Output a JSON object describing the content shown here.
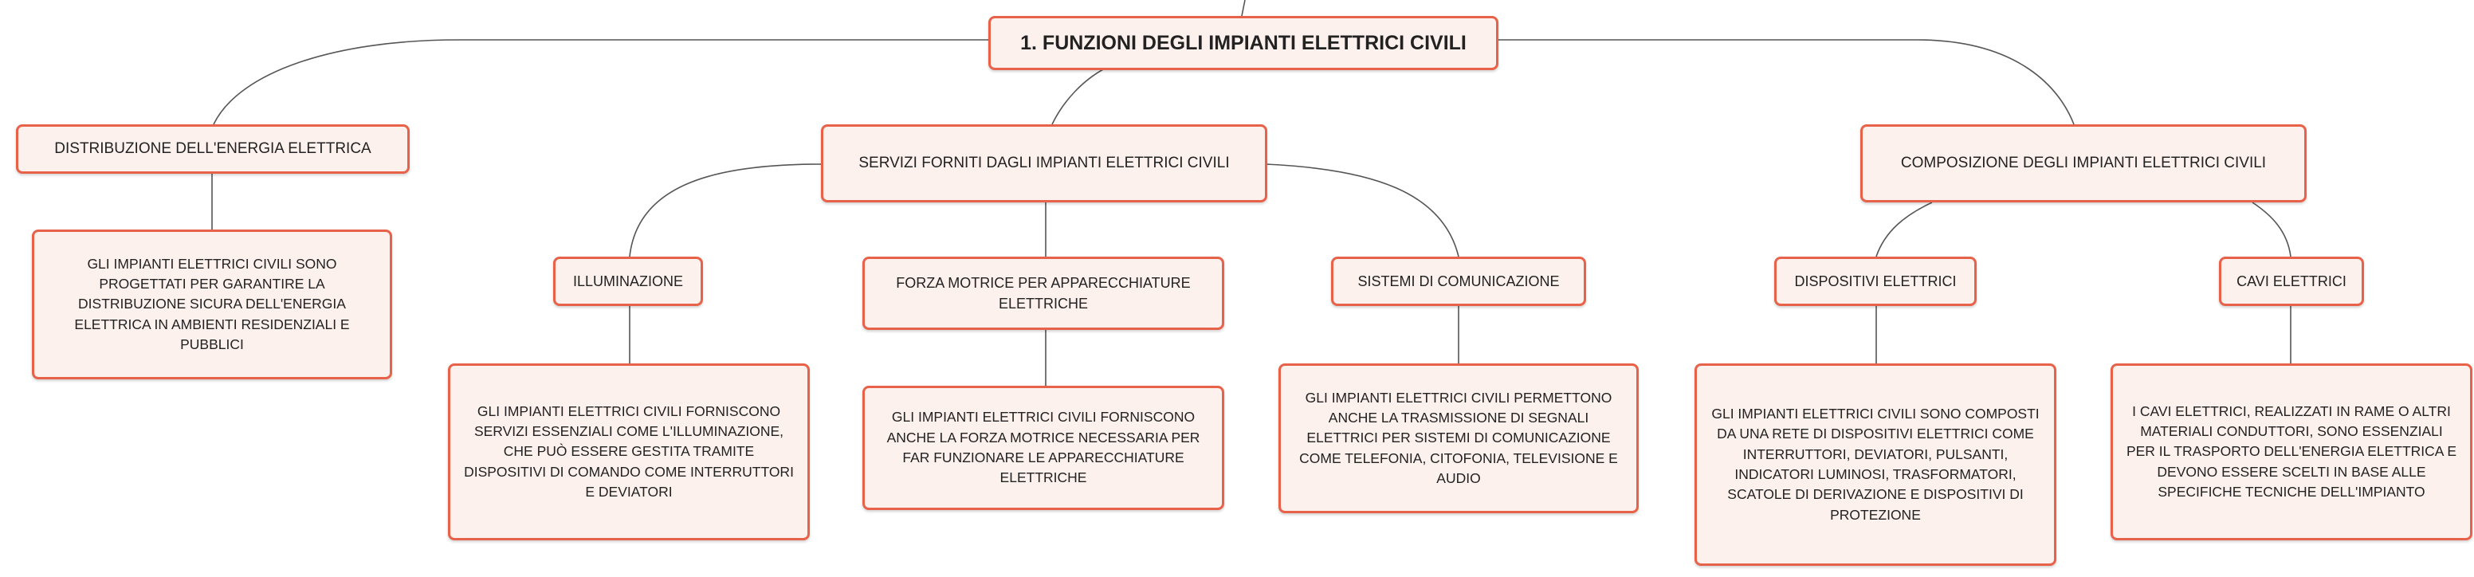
{
  "root": {
    "title": "1. FUNZIONI DEGLI IMPIANTI ELETTRICI CIVILI"
  },
  "branches": {
    "distribuzione": {
      "label": "DISTRIBUZIONE DELL'ENERGIA ELETTRICA",
      "detail": "GLI IMPIANTI ELETTRICI CIVILI SONO PROGETTATI PER GARANTIRE LA DISTRIBUZIONE SICURA DELL'ENERGIA ELETTRICA IN AMBIENTI RESIDENZIALI E PUBBLICI"
    },
    "servizi": {
      "label": "SERVIZI FORNITI DAGLI IMPIANTI ELETTRICI CIVILI",
      "children": {
        "illuminazione": {
          "label": "ILLUMINAZIONE",
          "detail": "GLI IMPIANTI ELETTRICI CIVILI FORNISCONO SERVIZI ESSENZIALI COME L'ILLUMINAZIONE, CHE PUÒ ESSERE GESTITA TRAMITE DISPOSITIVI DI COMANDO COME INTERRUTTORI E DEVIATORI"
        },
        "forza": {
          "label": "FORZA MOTRICE PER APPARECCHIATURE ELETTRICHE",
          "detail": "GLI IMPIANTI ELETTRICI CIVILI FORNISCONO ANCHE LA FORZA MOTRICE NECESSARIA PER FAR FUNZIONARE LE APPARECCHIATURE ELETTRICHE"
        },
        "comunicazione": {
          "label": "SISTEMI DI COMUNICAZIONE",
          "detail": "GLI IMPIANTI ELETTRICI CIVILI PERMETTONO ANCHE LA TRASMISSIONE DI SEGNALI ELETTRICI PER SISTEMI DI COMUNICAZIONE COME TELEFONIA, CITOFONIA, TELEVISIONE E AUDIO"
        }
      }
    },
    "composizione": {
      "label": "COMPOSIZIONE DEGLI IMPIANTI ELETTRICI CIVILI",
      "children": {
        "dispositivi": {
          "label": "DISPOSITIVI ELETTRICI",
          "detail": "GLI IMPIANTI ELETTRICI CIVILI SONO COMPOSTI DA UNA RETE DI DISPOSITIVI ELETTRICI COME INTERRUTTORI, DEVIATORI, PULSANTI, INDICATORI LUMINOSI, TRASFORMATORI, SCATOLE DI DERIVAZIONE E DISPOSITIVI DI PROTEZIONE"
        },
        "cavi": {
          "label": "CAVI ELETTRICI",
          "detail": "I CAVI ELETTRICI, REALIZZATI IN RAME O ALTRI MATERIALI CONDUTTORI, SONO ESSENZIALI PER IL TRASPORTO DELL'ENERGIA ELETTRICA E DEVONO ESSERE SCELTI IN BASE ALLE SPECIFICHE TECNICHE DELL'IMPIANTO"
        }
      }
    }
  },
  "colors": {
    "node_border": "#e8624a",
    "node_fill": "#fdf1ed",
    "connector": "#555555"
  }
}
